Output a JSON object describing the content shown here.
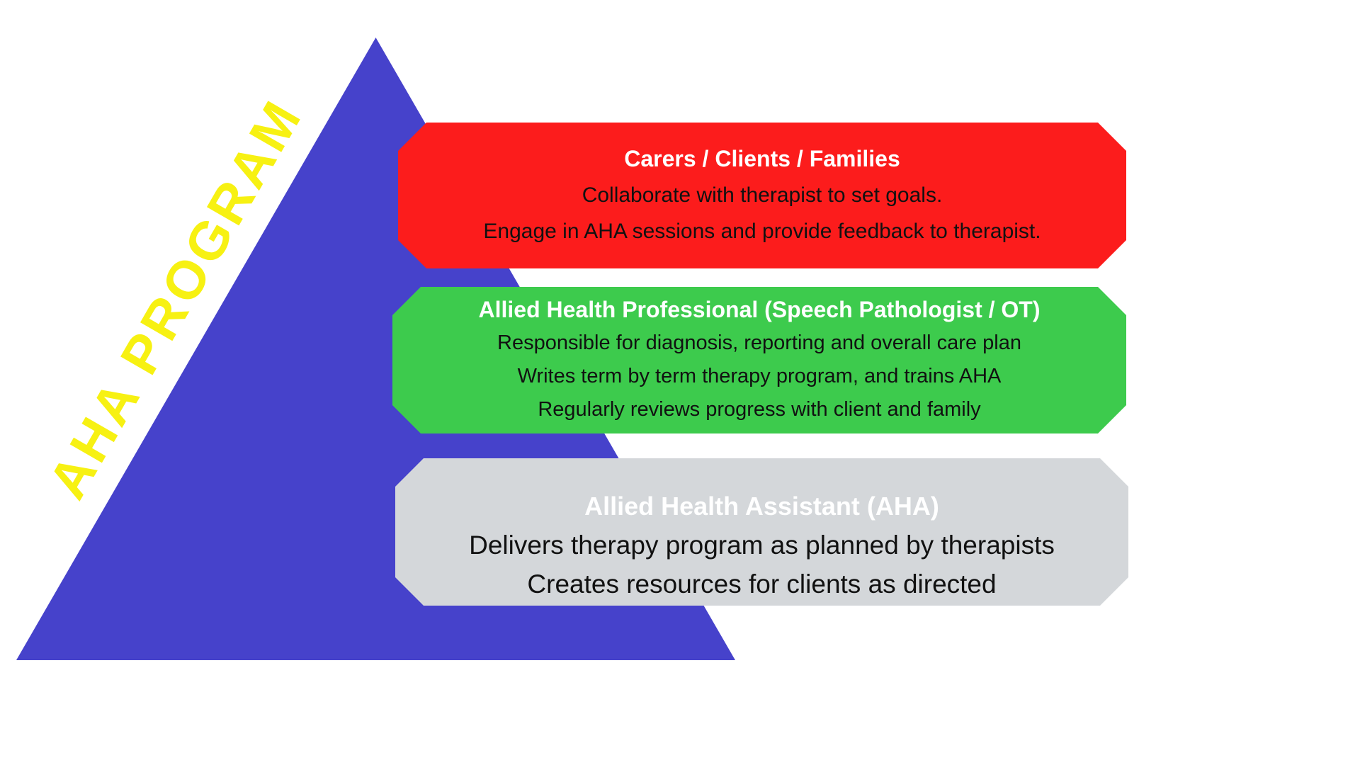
{
  "program_label": "AHA PROGRAM",
  "colors": {
    "pyramid_blue": "#4642CB",
    "label_yellow": "#F7F112",
    "tier1_red": "#FC1C1C",
    "tier2_green": "#3DCB4D",
    "tier3_gray": "#D4D7DA",
    "tier_title_white": "#FFFFFF",
    "body_text_black": "#111111"
  },
  "tiers": [
    {
      "title": "Carers / Clients / Families",
      "lines": [
        "Collaborate with therapist to set goals.",
        "Engage in AHA sessions and provide feedback to therapist."
      ]
    },
    {
      "title": "Allied Health Professional (Speech Pathologist / OT)",
      "lines": [
        "Responsible for diagnosis, reporting and overall care plan",
        "Writes term by term therapy program, and trains AHA",
        "Regularly reviews progress with client and family"
      ]
    },
    {
      "title": "Allied Health Assistant (AHA)",
      "lines": [
        "Delivers therapy program as planned by therapists",
        "Creates resources for clients as directed"
      ]
    }
  ]
}
